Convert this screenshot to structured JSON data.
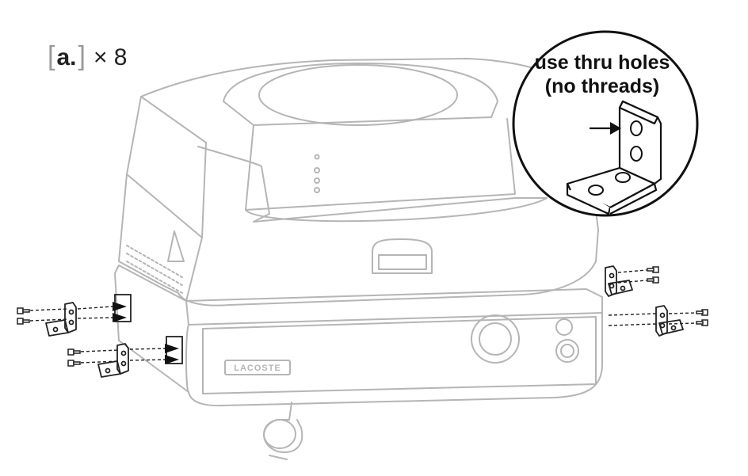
{
  "part_label": {
    "bracket_open": "[",
    "letter": "a.",
    "bracket_close": "]",
    "quantity": "× 8"
  },
  "callout": {
    "line1": "use thru holes",
    "line2": "(no threads)"
  },
  "brand_plate": {
    "text": "LACOSTE"
  },
  "colors": {
    "outline_light": "#b0b0b0",
    "outline_dark": "#222222",
    "arrow": "#111111"
  }
}
